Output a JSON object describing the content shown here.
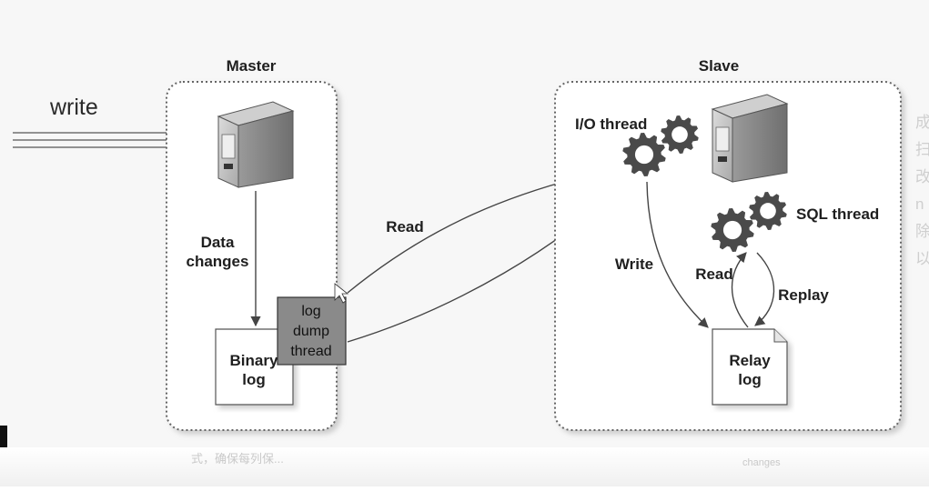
{
  "diagram": {
    "write_label": "write",
    "master": {
      "title": "Master",
      "data_changes_line1": "Data",
      "data_changes_line2": "changes",
      "binary_log_line1": "Binary",
      "binary_log_line2": "log",
      "log_dump_line1": "log",
      "log_dump_line2": "dump",
      "log_dump_line3": "thread"
    },
    "slave": {
      "title": "Slave",
      "io_thread": "I/O thread",
      "sql_thread": "SQL thread",
      "write_label": "Write",
      "read_label": "Read",
      "replay_label": "Replay",
      "relay_log_line1": "Relay",
      "relay_log_line2": "log"
    },
    "read_label": "Read"
  },
  "background": {
    "caption_fragment": "式，确保每列保...",
    "changes_fragment": "changes",
    "side_glyphs": [
      "成",
      "扫",
      "改",
      "n",
      "除",
      "以"
    ]
  },
  "colors": {
    "box_border": "#666666",
    "log_dump_fill": "#8a8a8a",
    "gear_fill": "#4a4a4a",
    "line": "#444444"
  }
}
